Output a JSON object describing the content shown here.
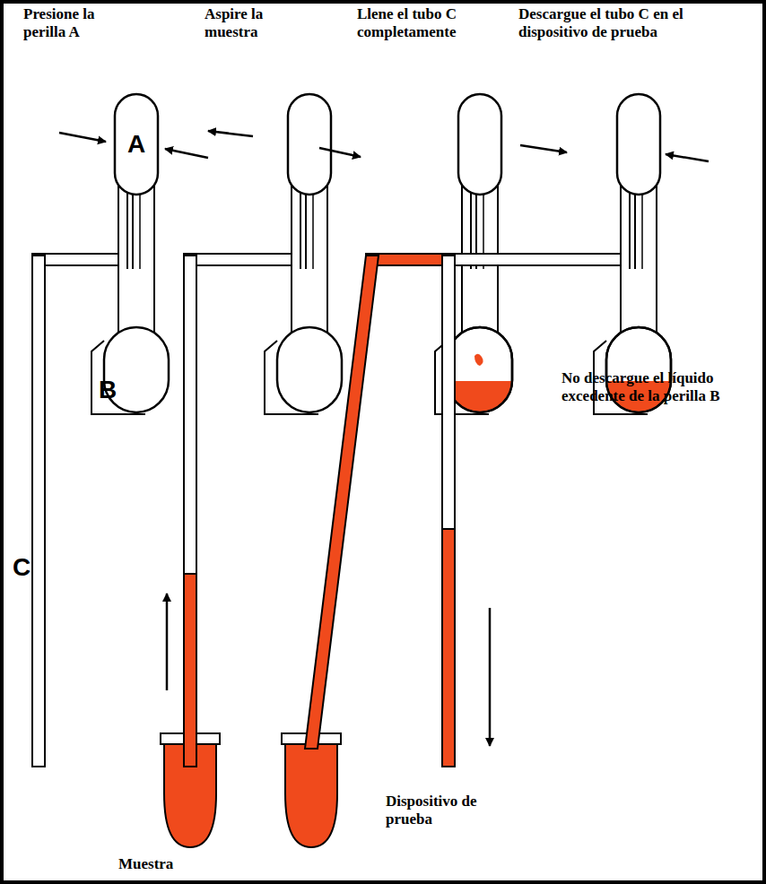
{
  "diagram": {
    "labels": [
      "Presione la perilla A",
      "Aspire la muestra",
      "Llene el tubo C completamente",
      "Descargue el tubo C en el dispositivo de prueba",
      "A",
      "B",
      "C",
      "No descargue el líquido excedente de la perilla B",
      "Dispositivo de prueba",
      "Muestra"
    ]
  }
}
